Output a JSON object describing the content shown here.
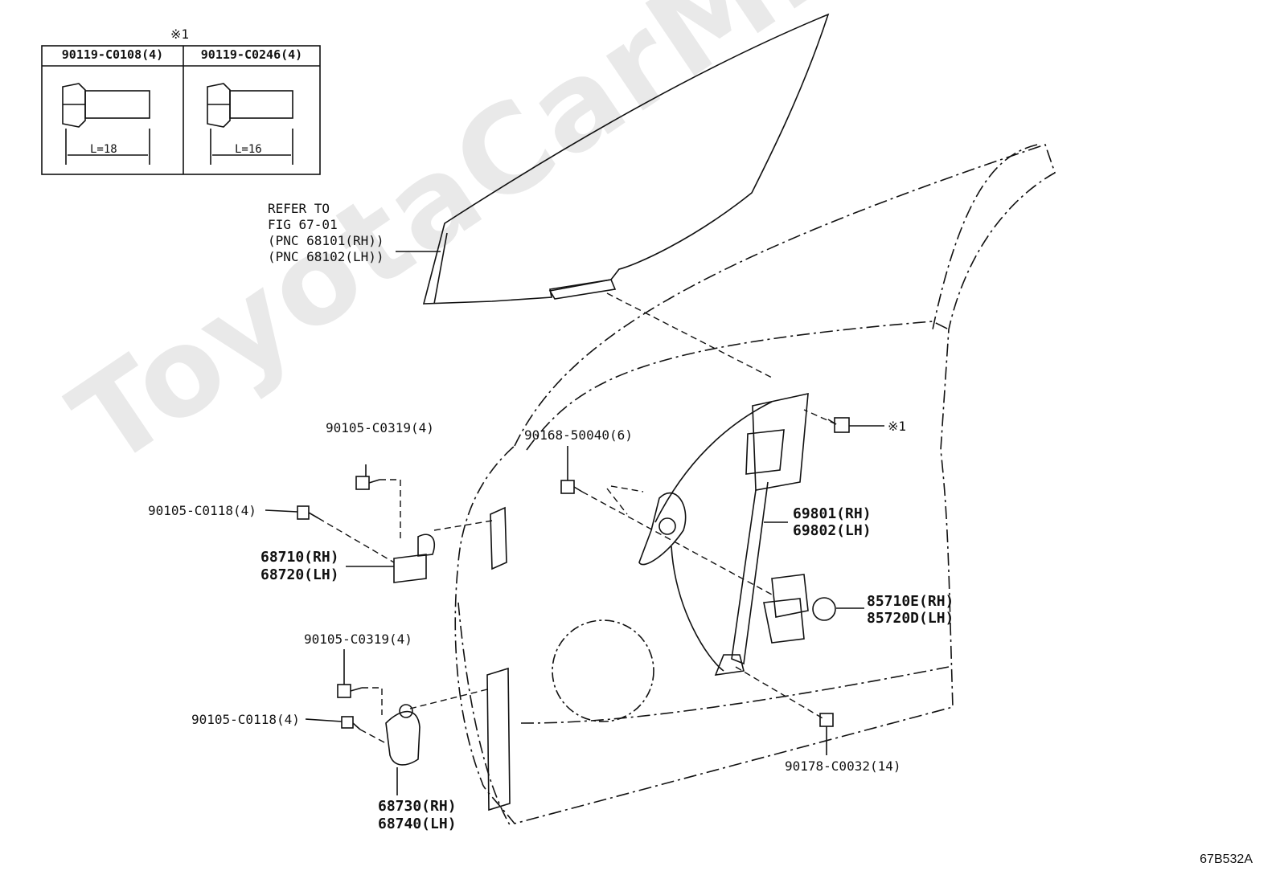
{
  "watermark": "ToyotaCarMine.ru",
  "figure_code": "67B532A",
  "bolt_table": {
    "marker": "※1",
    "col1": {
      "part": "90119-C0108(4)",
      "length": "L=18"
    },
    "col2": {
      "part": "90119-C0246(4)",
      "length": "L=16"
    }
  },
  "glass_ref": {
    "line1": "REFER TO",
    "line2": "FIG 67-01",
    "line3": "(PNC 68101(RH))",
    "line4": "(PNC 68102(LH))"
  },
  "callouts": {
    "bolt_upper_hinge_top": "90105-C0319(4)",
    "bolt_upper_hinge_side": "90105-C0118(4)",
    "upper_hinge_rh": "68710(RH)",
    "upper_hinge_lh": "68720(LH)",
    "bolt_lower_hinge_top": "90105-C0319(4)",
    "bolt_lower_hinge_side": "90105-C0118(4)",
    "lower_hinge_rh": "68730(RH)",
    "lower_hinge_lh": "68740(LH)",
    "regulator_bolt": "90168-50040(6)",
    "regulator_rh": "69801(RH)",
    "regulator_lh": "69802(LH)",
    "motor_rh": "85710E(RH)",
    "motor_lh": "85720D(LH)",
    "nut": "90178-C0032(14)",
    "ref_marker": "※1"
  }
}
